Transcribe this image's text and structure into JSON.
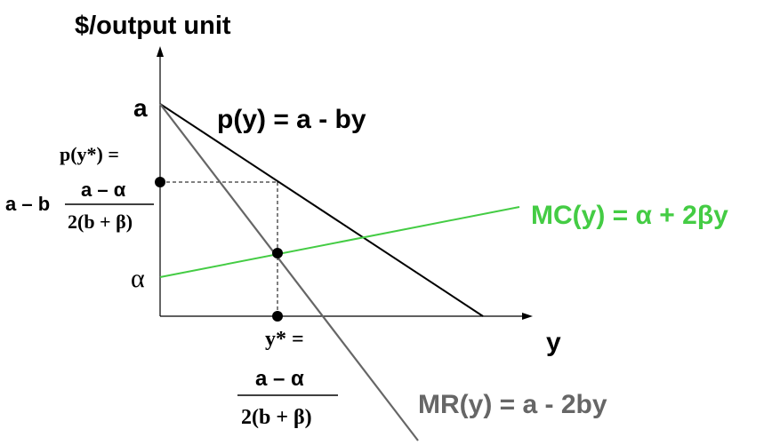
{
  "labels": {
    "y_axis_title": "$/output unit",
    "x_axis_label": "y",
    "intercept_a": "a",
    "intercept_alpha": "α",
    "demand": "p(y) = a - by",
    "marginal_cost": "MC(y) = α + 2βy",
    "marginal_revenue": "MR(y) = a - 2by",
    "price_label_line1": "p(y*) =",
    "price_label_prefix": "a – b",
    "price_fraction_numerator": "a – α",
    "price_fraction_denominator": "2(b + β)",
    "output_label": "y* =",
    "output_fraction_numerator": "a – α",
    "output_fraction_denominator": "2(b + β)"
  },
  "colors": {
    "axes": "#000000",
    "demand": "#000000",
    "marginal_cost": "#44cc44",
    "marginal_revenue": "#666666",
    "guides": "#000000"
  }
}
